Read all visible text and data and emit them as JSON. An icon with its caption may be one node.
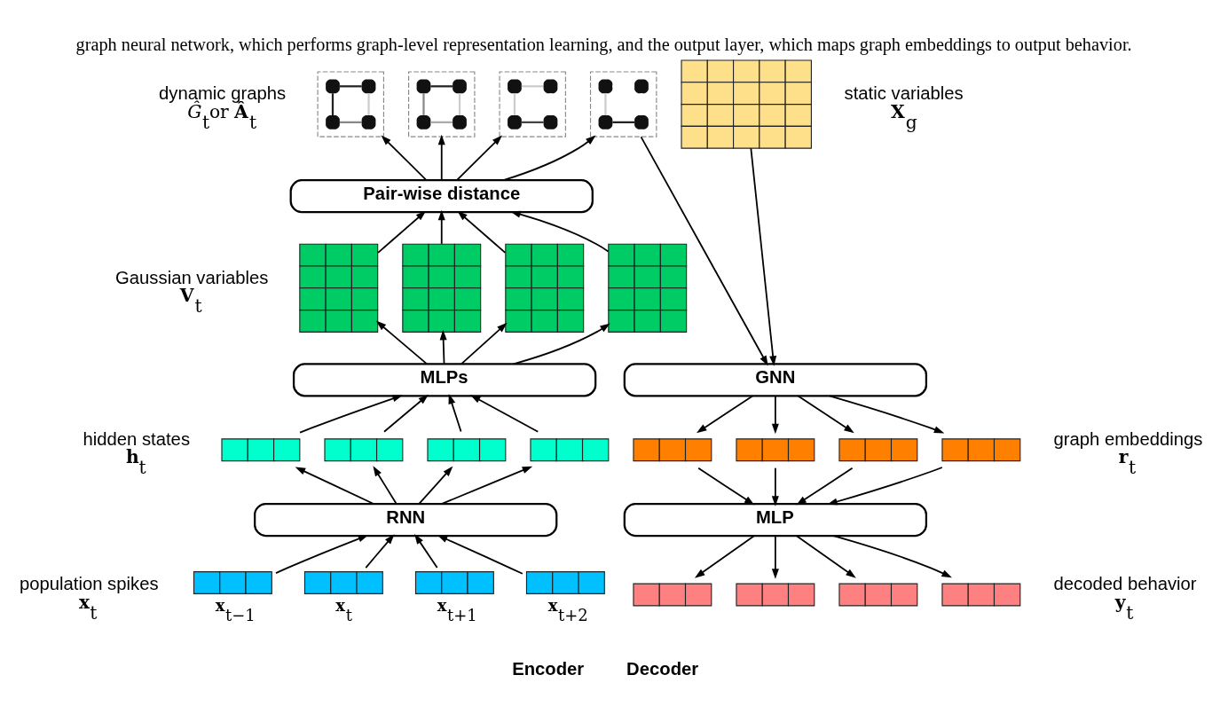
{
  "diagram": {
    "title": "graph neural network, which performs graph-level representation learning, and the output layer, which maps graph embeddings to output behavior.",
    "nodes": [
      {
        "text": [],
        "shape": "picture"
      },
      {
        "text": [],
        "shape": "picture"
      },
      {
        "text": [],
        "shape": "picture"
      },
      {
        "text": [],
        "shape": "picture"
      },
      {
        "text": [],
        "shape": "box"
      },
      {
        "text": [
          "Pair-wise distance"
        ]
      },
      {
        "text": [],
        "shape": "box"
      },
      {
        "text": [],
        "shape": "box"
      },
      {
        "text": [],
        "shape": "box"
      },
      {
        "text": [],
        "shape": "box"
      },
      {
        "text": [
          "MLPs"
        ]
      },
      {
        "text": [],
        "shape": "box"
      },
      {
        "text": [],
        "shape": "box"
      },
      {
        "text": [],
        "shape": "box"
      },
      {
        "text": [],
        "shape": "box"
      },
      {
        "text": [
          "RNN"
        ]
      },
      {
        "text": [
          "GNN"
        ]
      },
      {
        "text": [],
        "shape": "box"
      },
      {
        "text": [],
        "shape": "box"
      },
      {
        "text": [],
        "shape": "box"
      },
      {
        "text": [],
        "shape": "box"
      },
      {
        "text": [
          "MLP"
        ]
      },
      {
        "text": [],
        "shape": "box",
        "beside": [
          "**x**$_{t−1}$"
        ]
      },
      {
        "text": [],
        "shape": "box",
        "beside": [
          "**x**$_{t}$"
        ]
      },
      {
        "text": [],
        "shape": "box",
        "beside": [
          "**x**$_{t+1}$"
        ]
      },
      {
        "text": [],
        "shape": "box",
        "beside": [
          "**x**$_{t+2}$"
        ]
      },
      {
        "text": [],
        "shape": "box"
      },
      {
        "text": [],
        "shape": "box"
      },
      {
        "text": [],
        "shape": "box"
      },
      {
        "text": [],
        "shape": "box"
      }
    ],
    "edges": [
      {
        "from": 22,
        "to": 15,
        "arrow": "to"
      },
      {
        "from": 23,
        "to": 15,
        "arrow": "to"
      },
      {
        "from": 24,
        "to": 15,
        "arrow": "to"
      },
      {
        "from": 25,
        "to": 15,
        "arrow": "to"
      },
      {
        "from": 15,
        "to": 11,
        "arrow": "to"
      },
      {
        "from": 15,
        "to": 12,
        "arrow": "to"
      },
      {
        "from": 15,
        "to": 13,
        "arrow": "to"
      },
      {
        "from": 15,
        "to": 14,
        "arrow": "to"
      },
      {
        "from": 11,
        "to": 10,
        "arrow": "to"
      },
      {
        "from": 12,
        "to": 10,
        "arrow": "to"
      },
      {
        "from": 13,
        "to": 10,
        "arrow": "to"
      },
      {
        "from": 14,
        "to": 10,
        "arrow": "to"
      },
      {
        "from": 10,
        "to": 6,
        "arrow": "to"
      },
      {
        "from": 10,
        "to": 7,
        "arrow": "to"
      },
      {
        "from": 10,
        "to": 8,
        "arrow": "to"
      },
      {
        "from": 10,
        "to": 9,
        "arrow": "to"
      },
      {
        "from": 6,
        "to": 5,
        "arrow": "to"
      },
      {
        "from": 7,
        "to": 5,
        "arrow": "to"
      },
      {
        "from": 8,
        "to": 5,
        "arrow": "to"
      },
      {
        "from": 9,
        "to": 5,
        "arrow": "to"
      },
      {
        "from": 5,
        "to": 0,
        "arrow": "to"
      },
      {
        "from": 5,
        "to": 1,
        "arrow": "to"
      },
      {
        "from": 5,
        "to": 2,
        "arrow": "to"
      },
      {
        "from": 5,
        "to": 3,
        "arrow": "to"
      },
      {
        "from": 3,
        "to": 16,
        "arrow": "to"
      },
      {
        "from": 4,
        "to": 16,
        "arrow": "to"
      },
      {
        "from": 16,
        "to": 17,
        "arrow": "to"
      },
      {
        "from": 16,
        "to": 18,
        "arrow": "to"
      },
      {
        "from": 16,
        "to": 19,
        "arrow": "to"
      },
      {
        "from": 16,
        "to": 20,
        "arrow": "to"
      },
      {
        "from": 17,
        "to": 21,
        "arrow": "to"
      },
      {
        "from": 18,
        "to": 21,
        "arrow": "to"
      },
      {
        "from": 19,
        "to": 21,
        "arrow": "to"
      },
      {
        "from": 20,
        "to": 21,
        "arrow": "to"
      },
      {
        "from": 21,
        "to": 26,
        "arrow": "to"
      },
      {
        "from": 21,
        "to": 27,
        "arrow": "to"
      },
      {
        "from": 21,
        "to": 28,
        "arrow": "to"
      },
      {
        "from": 21,
        "to": 29,
        "arrow": "to"
      }
    ],
    "labels": [
      "dynamic graphs",
      "*Ĝ*$_{t}$or **Â**$_{t}$",
      "static variables",
      "**X**$_{g}$",
      "Gaussian variables",
      "**V**$_{t}$",
      "hidden states",
      "**h**$_{t}$",
      "graph embeddings",
      "**r**$_{t}$",
      "population spikes",
      "**x**$_{t}$",
      "decoded behavior",
      "**y**$_{t}$",
      "Encoder",
      "Decoder"
    ]
  }
}
